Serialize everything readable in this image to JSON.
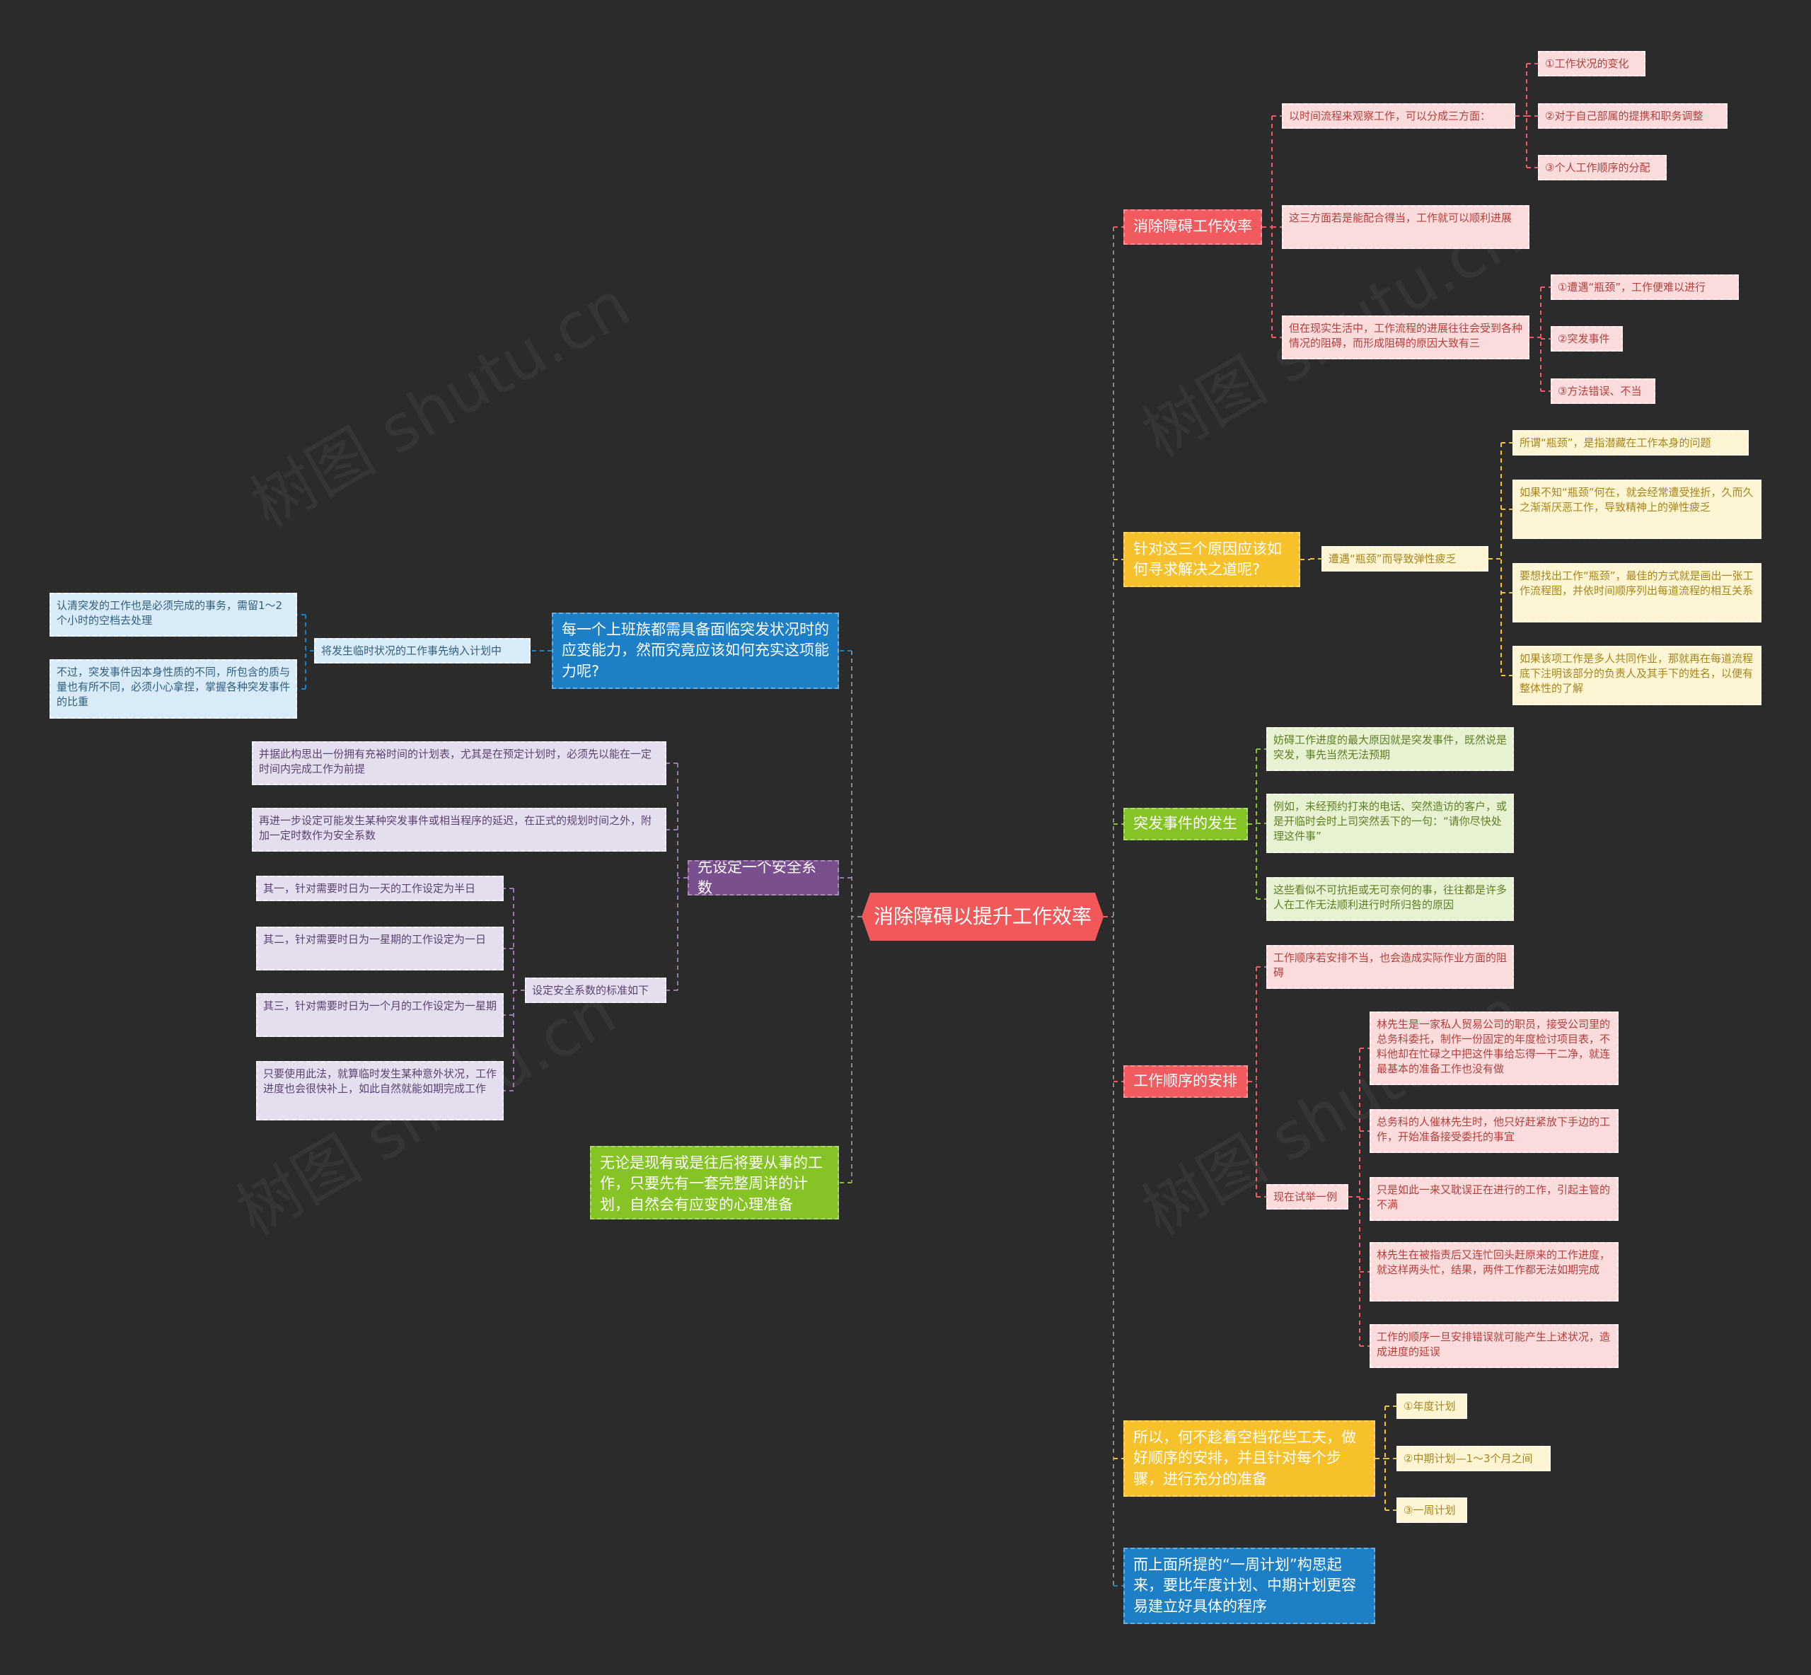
{
  "root": "消除障碍以提升工作效率",
  "right": {
    "b1": {
      "title": "消除障碍工作效率",
      "c1": "以时间流程来观察工作，可以分成三方面：",
      "c1_items": [
        "①工作状况的变化",
        "②对于自己部属的提携和职务调整",
        "③个人工作顺序的分配"
      ],
      "c2": "这三方面若是能配合得当，工作就可以顺利进展",
      "c3": "但在现实生活中，工作流程的进展往往会受到各种情况的阻碍，而形成阻碍的原因大致有三",
      "c3_items": [
        "①遭遇“瓶颈”，工作便难以进行",
        "②突发事件",
        "③方法错误、不当"
      ]
    },
    "b2": {
      "title": "针对这三个原因应该如何寻求解决之道呢?",
      "c1": "遭遇“瓶颈”而导致弹性疲乏",
      "c1_items": [
        "所谓“瓶颈”，是指潜藏在工作本身的问题",
        "如果不知“瓶颈”何在，就会经常遭受挫折，久而久之渐渐厌恶工作，导致精神上的弹性疲乏",
        "要想找出工作“瓶颈”，最佳的方式就是画出一张工作流程图，并依时间顺序列出每道流程的相互关系",
        "如果该项工作是多人共同作业，那就再在每道流程底下注明该部分的负责人及其手下的姓名，以便有整体性的了解"
      ]
    },
    "b3": {
      "title": "突发事件的发生",
      "items": [
        "妨碍工作进度的最大原因就是突发事件，既然说是突发，事先当然无法预期",
        "例如，未经预约打来的电话、突然造访的客户，或是开临时会时上司突然丢下的一句：“请你尽快处理这件事”",
        "这些看似不可抗拒或无可奈何的事，往往都是许多人在工作无法顺利进行时所归咎的原因"
      ]
    },
    "b4": {
      "title": "工作顺序的安排",
      "c1": "工作顺序若安排不当，也会造成实际作业方面的阻碍",
      "c2": "现在试举一例",
      "c2_items": [
        "林先生是一家私人贸易公司的职员，接受公司里的总务科委托，制作一份固定的年度检讨项目表，不料他却在忙碌之中把这件事给忘得一干二净，就连最基本的准备工作也没有做",
        "总务科的人催林先生时，他只好赶紧放下手边的工作，开始准备接受委托的事宜",
        "只是如此一来又耽误正在进行的工作，引起主管的不满",
        "林先生在被指责后又连忙回头赶原来的工作进度，就这样两头忙，结果，两件工作都无法如期完成",
        "工作的顺序一旦安排错误就可能产生上述状况，造成进度的延误"
      ]
    },
    "b5": {
      "title": "所以，何不趁着空档花些工夫，做好顺序的安排，并且针对每个步骤，进行充分的准备",
      "items": [
        "①年度计划",
        "②中期计划—1～3个月之间",
        "③一周计划"
      ]
    },
    "b6": {
      "title": "而上面所提的“一周计划”构思起来，要比年度计划、中期计划更容易建立好具体的程序"
    }
  },
  "left": {
    "b1": {
      "title": "每一个上班族都需具备面临突发状况时的应变能力，然而究竟应该如何充实这项能力呢?",
      "c1": "将发生临时状况的工作事先纳入计划中",
      "c1_items": [
        "认清突发的工作也是必须完成的事务，需留1～2个小时的空档去处理",
        "不过，突发事件因本身性质的不同，所包含的质与量也有所不同，必须小心拿捏，掌握各种突发事件的比重"
      ]
    },
    "b2": {
      "title": "先设定一个安全系数",
      "c1": "并据此构思出一份拥有充裕时间的计划表，尤其是在预定计划时，必须先以能在一定时间内完成工作为前提",
      "c2": "再进一步设定可能发生某种突发事件或相当程序的延迟，在正式的规划时间之外，附加一定时数作为安全系数",
      "c3": "设定安全系数的标准如下",
      "c3_items": [
        "其一，针对需要时日为一天的工作设定为半日",
        "其二，针对需要时日为一星期的工作设定为一日",
        "其三，针对需要时日为一个月的工作设定为一星期",
        "只要使用此法，就算临时发生某种意外状况，工作进度也会很快补上，如此自然就能如期完成工作"
      ]
    },
    "b3": {
      "title": "无论是现有或是往后将要从事的工作，只要先有一套完整周详的计划，自然会有应变的心理准备"
    }
  },
  "watermark": "树图 shutu.cn",
  "colors": {
    "background": "#2b2b2b",
    "root": "#f0585a",
    "red": "#f15a5e",
    "yellow": "#f7c12b",
    "green": "#85c424",
    "blue": "#1d7fc5",
    "purple": "#7a4f8e"
  }
}
